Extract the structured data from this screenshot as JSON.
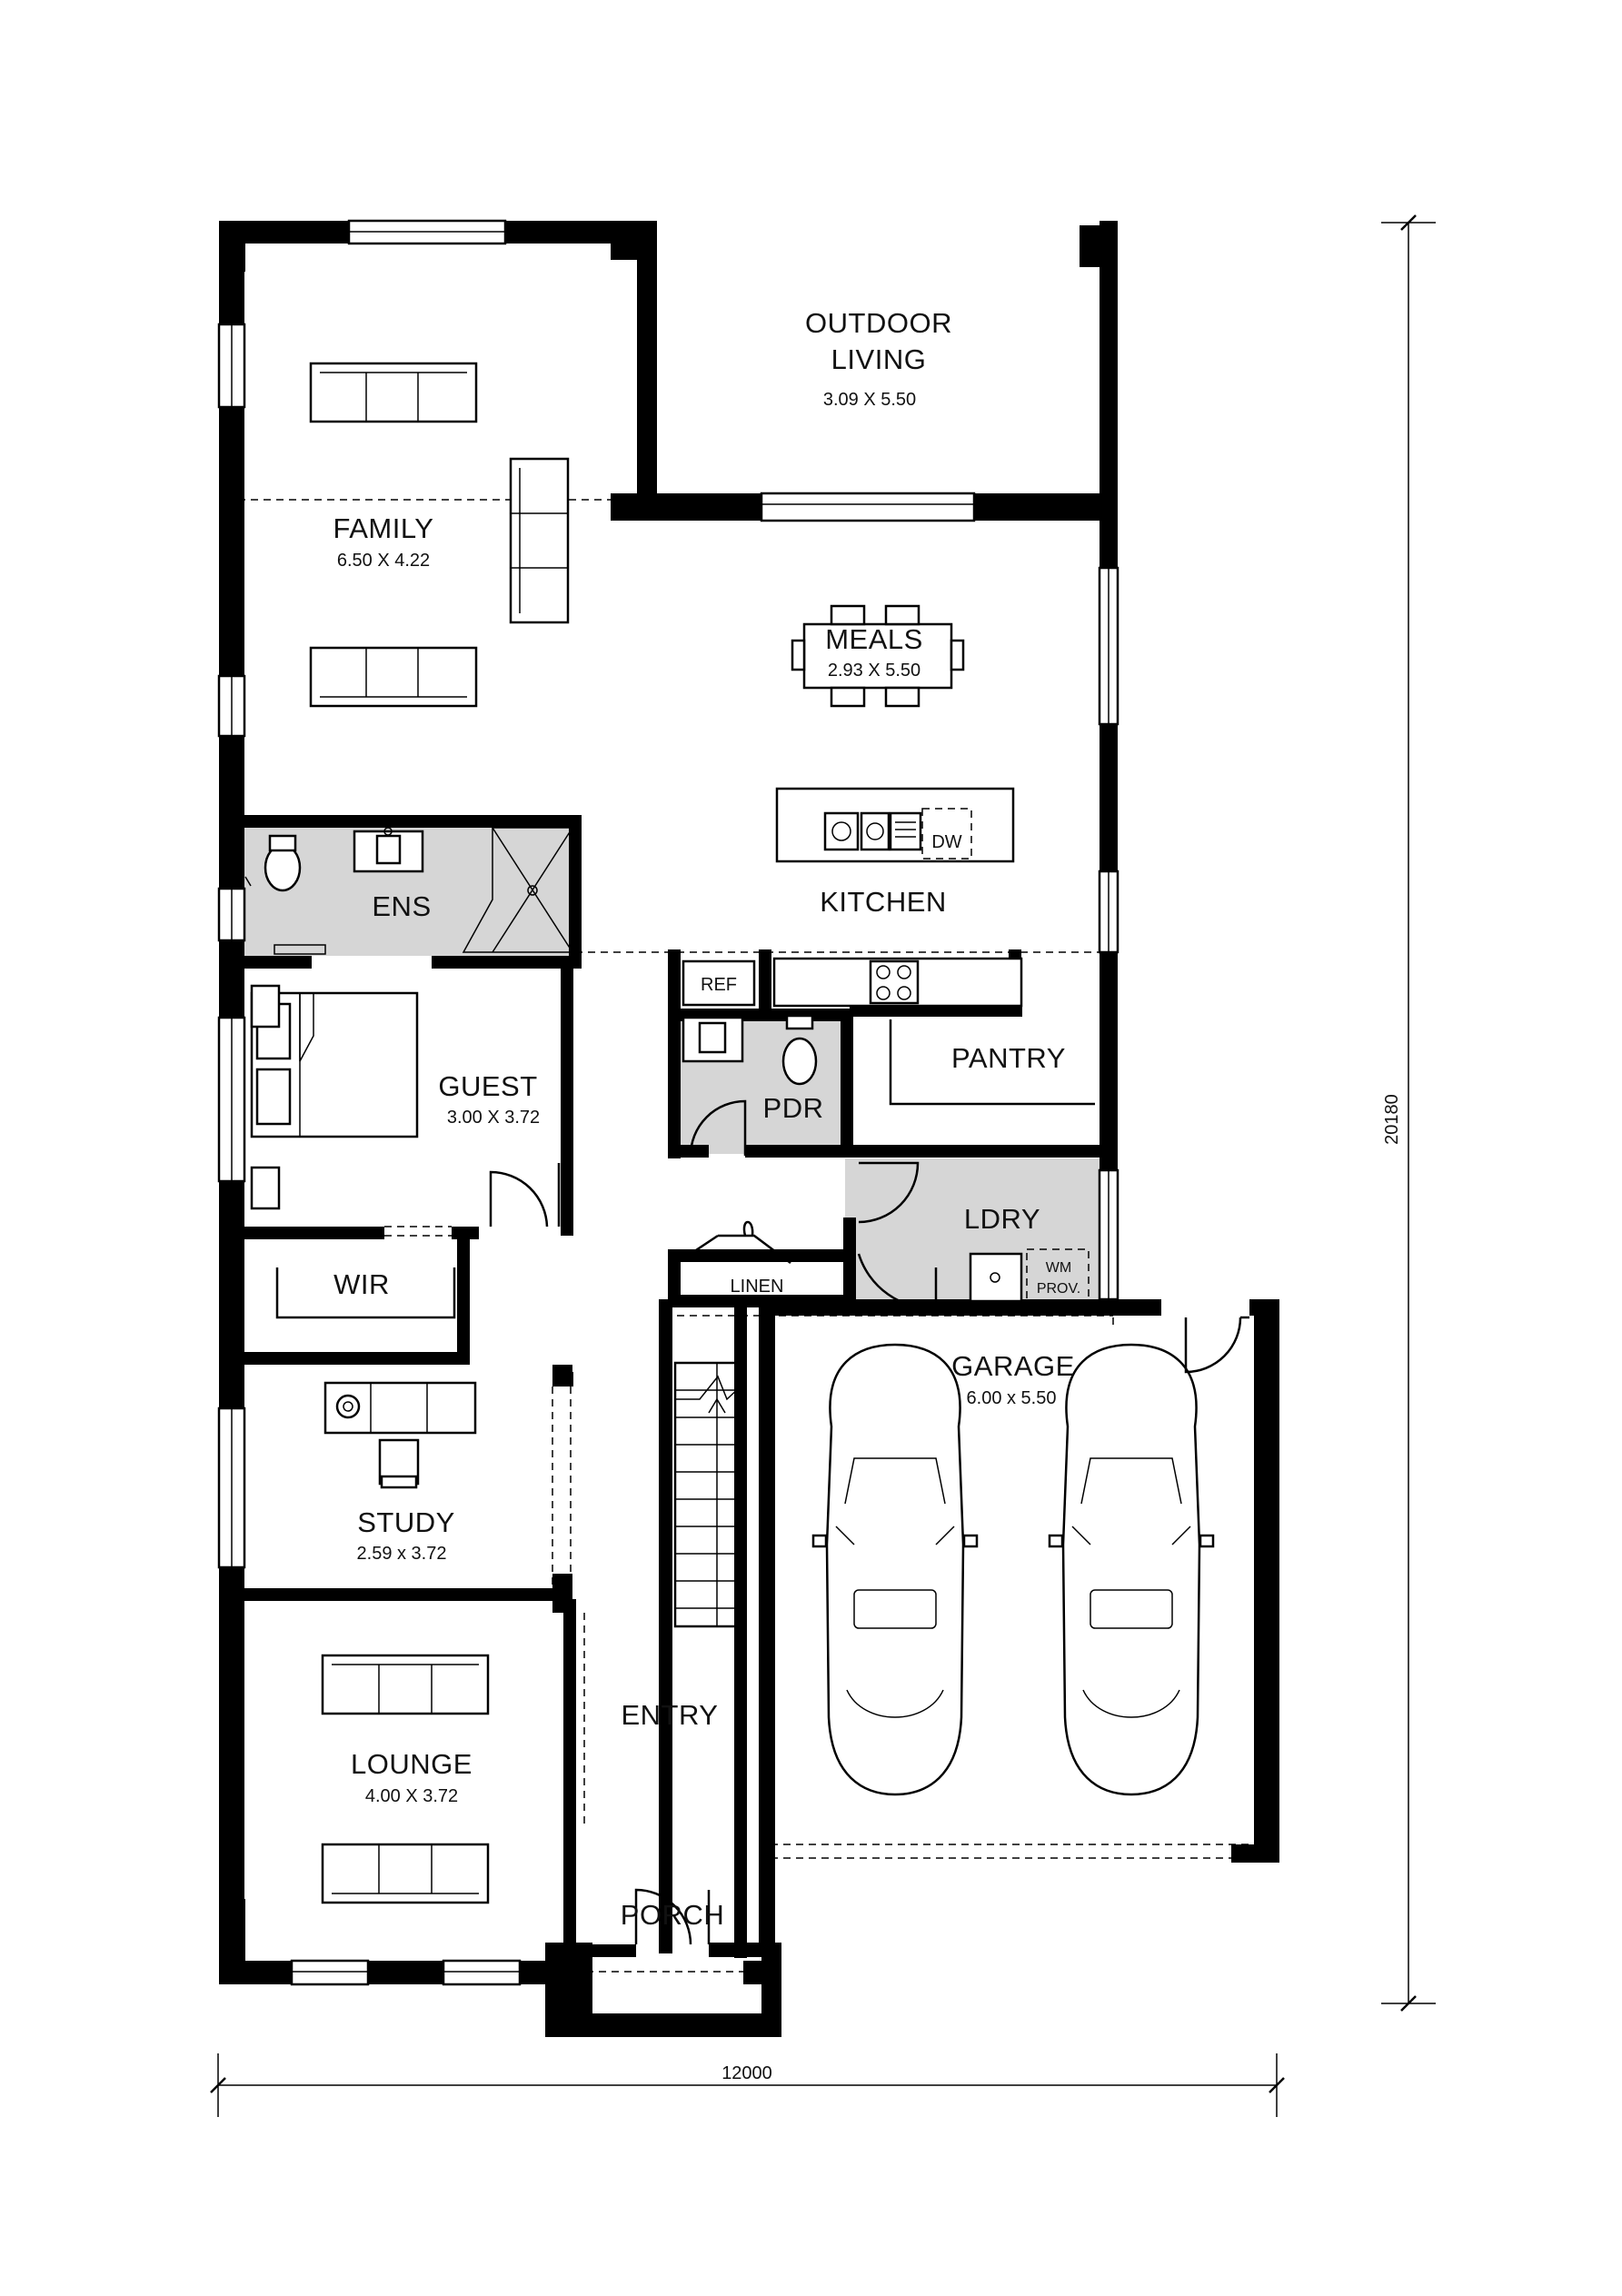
{
  "plan": {
    "rooms": {
      "outdoor_living": {
        "name_line1": "OUTDOOR",
        "name_line2": "LIVING",
        "size": "3.09 X 5.50"
      },
      "family": {
        "name": "FAMILY",
        "size": "6.50 X  4.22"
      },
      "meals": {
        "name": "MEALS",
        "size": "2.93 X 5.50"
      },
      "kitchen": {
        "name": "KITCHEN"
      },
      "ens": {
        "name": "ENS"
      },
      "guest": {
        "name": "GUEST",
        "size": "3.00 X 3.72"
      },
      "pdr": {
        "name": "PDR"
      },
      "pantry": {
        "name": "PANTRY"
      },
      "ldry": {
        "name": "LDRY"
      },
      "wir": {
        "name": "WIR"
      },
      "linen": {
        "name": "LINEN"
      },
      "garage": {
        "name": "GARAGE",
        "size": "6.00 x 5.50"
      },
      "study": {
        "name": "STUDY",
        "size": "2.59 x 3.72"
      },
      "entry": {
        "name": "ENTRY"
      },
      "lounge": {
        "name": "LOUNGE",
        "size": "4.00 X 3.72"
      },
      "porch": {
        "name": "PORCH"
      }
    },
    "fixtures": {
      "dishwasher": "DW",
      "fridge": "REF",
      "washing_machine_line1": "WM",
      "washing_machine_line2": "PROV."
    },
    "dimensions": {
      "overall_width": "12000",
      "overall_depth": "20180"
    }
  }
}
